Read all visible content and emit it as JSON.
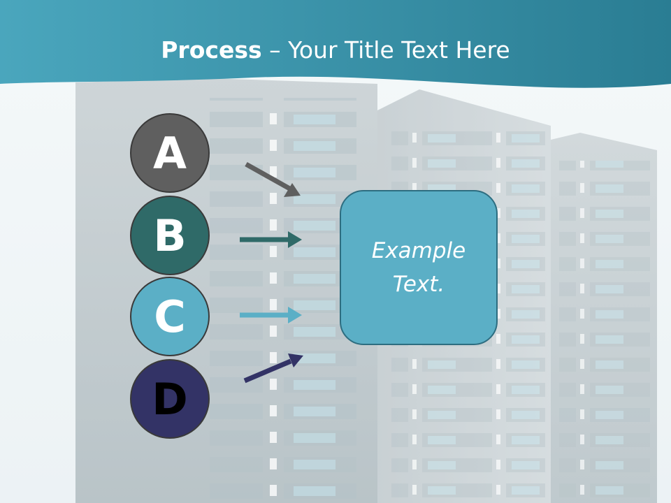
{
  "title": {
    "bold": "Process",
    "rest": " – Your Title Text Here"
  },
  "steps": [
    {
      "letter": "A",
      "color": "#5f5f5f",
      "text_color": "#ffffff"
    },
    {
      "letter": "B",
      "color": "#2f6a68",
      "text_color": "#ffffff"
    },
    {
      "letter": "C",
      "color": "#5bafc6",
      "text_color": "#ffffff"
    },
    {
      "letter": "D",
      "color": "#333366",
      "text_color": "#000000"
    }
  ],
  "example_box": {
    "text": "Example Text.",
    "color": "#5bafc6"
  },
  "colors": {
    "header": "#2e8aa0",
    "arrow_a": "#5f5f5f",
    "arrow_b": "#2f6a68",
    "arrow_c": "#5bafc6",
    "arrow_d": "#333366"
  }
}
